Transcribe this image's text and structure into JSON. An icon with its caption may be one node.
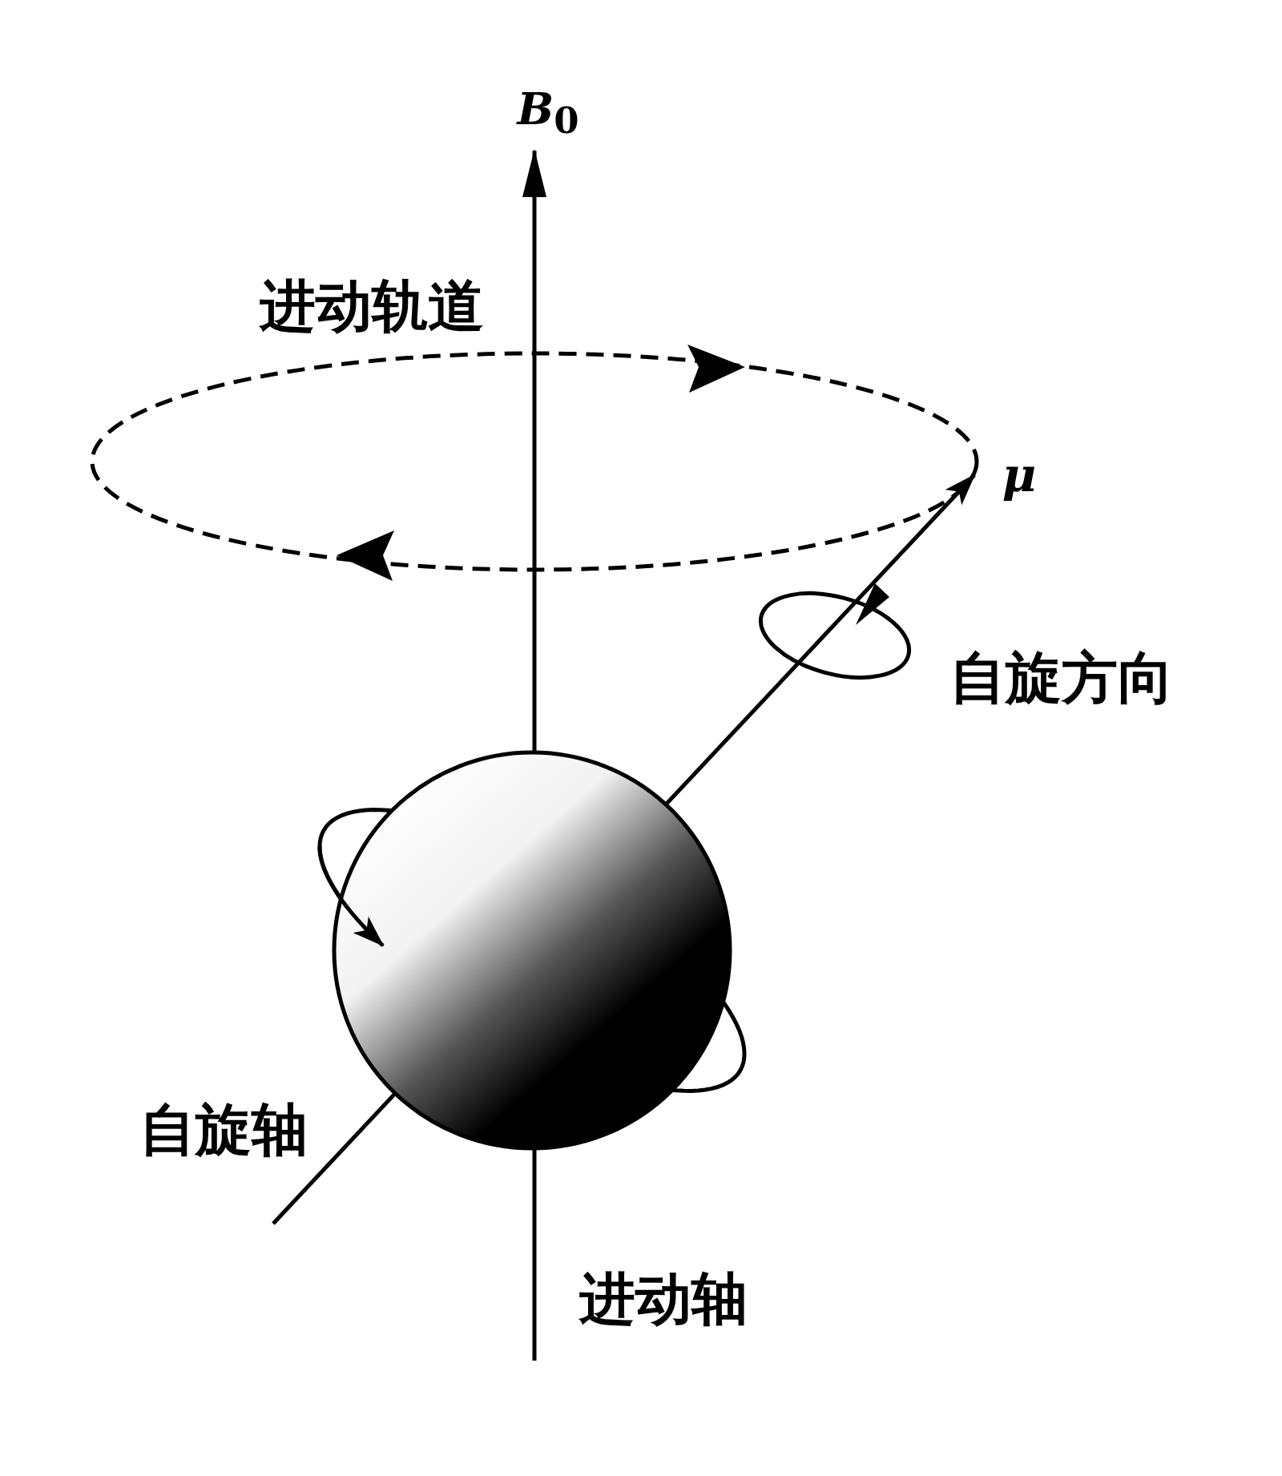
{
  "diagram": {
    "labels": [
      "*B*$_{0}$",
      "进动轨道",
      "μ",
      "自旋方向",
      "自旋轴",
      "进动轴"
    ]
  }
}
